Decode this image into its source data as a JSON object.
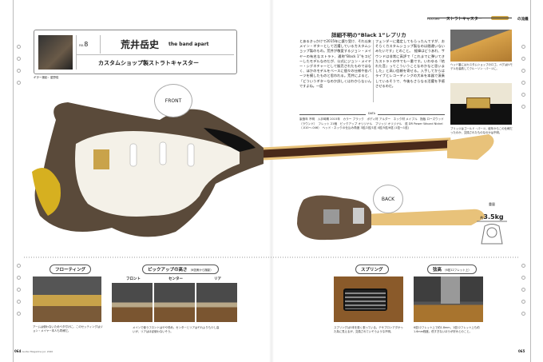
{
  "left_page": {
    "header": {
      "number_prefix": "no.",
      "number": "8",
      "artist": "荒井岳史",
      "band": "the band apart",
      "subtitle": "カスタムショップ製ストラトキャスター",
      "credit": "ギター撮影：星野俊"
    },
    "front_label": "FRONT",
    "sections": {
      "floating": {
        "title": "フローティング",
        "caption": "アームは使わないためベタ付けに。このセッティングはジョン・メイヤー本人も同様だ。"
      },
      "pickup_height": {
        "title": "ピックアップの高さ",
        "note": "（6弦側から撮影）",
        "positions": [
          "フロント",
          "センター",
          "リア"
        ],
        "caption": "メインで使うフロントはやや低め。センターとリアはそれよりも少し高いが、リアはほぼ使わないそう。"
      }
    },
    "footer": {
      "page": "064",
      "magazine": "Guitar Magazine Jul. 2020"
    }
  },
  "right_page": {
    "feature": {
      "tag": "FEATURE",
      "title": "ストラトキャスター",
      "suffix": "の流儀"
    },
    "article": {
      "heading": "詳細不明の“Black 1”レプリカ",
      "col1": "とあるきっかけで2015年に譲り受け、それ以来メイン・ギターとして活躍しているカスタムショップ製のもの。荒井が敬愛するジョン・メイヤーの有名なストラト、通称“Black 1”をコピーしたモデルなのだが、公式にジョン・メイヤー・シグネチャーとして販売されたものではなく、ほかのモデルをベースに個々の仕様や各パーツを模したものと思われる。荒井によると、「どういうギターなのか詳しくはわからないんですよね。一度",
      "col2": "フェンダーに鑑定してもらったんですが、おそらくカスタムショップ製なのは間違いないみたいです」とのこと。　経緯はどうあれ、サウンドは非常に高評で「これまでに弾いてきたストラトの中でも一番です。いわゆる『枯れた音』ってこういうことなのかなと思いました」と高い信頼を寄せる。入手してからはライブとレコーディングの大半を本器で演奏しているそうで、今後もさらなる活躍を予感させるのだ。"
    },
    "data_section": {
      "label": "DATA",
      "text": "製造年 不明　入手時期 2015年　カラー ブラック　ボディ材 アルダー　ネック材 メイプル　指板 ローズウッド（ラウンド）　フレット 21個　ピックアップ オリジナル　ブリッジ オリジナル　弦 DR Power Wound Nickel（.010～.046）　ヘッド・ネックの仕込み角度 3弦/2弦/1弦 4弦/5弦/6弦 (1弦～1弦)"
    },
    "photo_captions": [
      "ヘッド裏にはカスタムショップのロゴ。ペグはJVモデルを装着してクルーソン・パーツに。",
      "ブリッジはゴールド・パーツ。経年からこの仕様だったのか、交換されたものなのかは不明。"
    ],
    "back_label": "BACK",
    "weight": {
      "label": "重量",
      "prefix": "約",
      "value": "3.5kg"
    },
    "sections": {
      "spring": {
        "title": "スプリング",
        "caption": "スプリングは5本を張く張っている。テサブロンアダかった為に見えるが、交換されていそうような不明。"
      },
      "action": {
        "title": "弦高",
        "note": "（6弦12フレット上）",
        "caption": "6弦12フレット上で約1.8mm、1弦12フレット上も約1.6mm程度。低すぎないほうが好みとのこと。"
      }
    },
    "footer": {
      "page": "065"
    }
  }
}
